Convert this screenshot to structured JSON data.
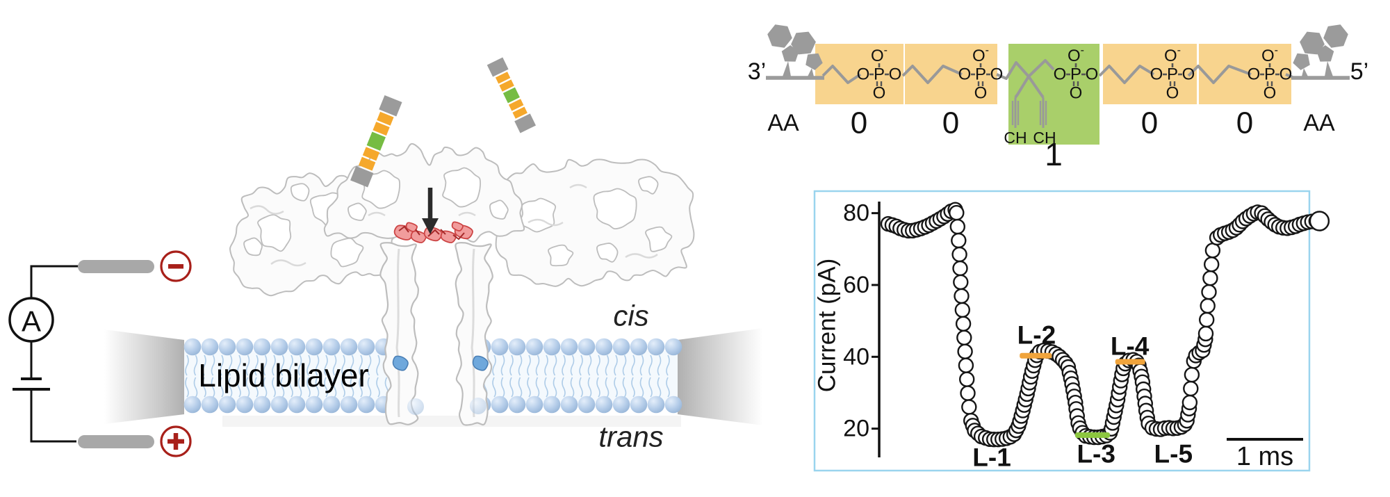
{
  "palette": {
    "orange": "#F5A82C",
    "green": "#76BC43",
    "gray": "#9B9B9B",
    "dark_red": "#A8201A",
    "box_orange": "#F8D48E",
    "box_green": "#A9CF6A",
    "chart_border": "#9AD4EE",
    "bar_orange": "#F0A43C",
    "bar_green": "#8CC63F",
    "lipid_blue": "#b5cde9"
  },
  "circuit": {
    "ammeter_label": "A",
    "minus_sign": "−",
    "plus_sign": "+",
    "lipid_bilayer_label": "Lipid bilayer",
    "cis_label": "cis",
    "trans_label": "trans"
  },
  "dna_probe": {
    "segments": [
      "gray",
      "orange",
      "orange",
      "green",
      "orange",
      "orange",
      "gray"
    ]
  },
  "chemistry": {
    "three_prime": "3’",
    "five_prime": "5’",
    "aa_label": "AA",
    "ch_label": "CH",
    "o": "O",
    "p": "P",
    "minus_sup": "-",
    "unit_labels": [
      "0",
      "0",
      "1",
      "0",
      "0"
    ]
  },
  "chart_data": {
    "type": "scatter",
    "ylabel": "Current (pA)",
    "yticks": [
      20,
      40,
      60,
      80
    ],
    "ylim": [
      12,
      85
    ],
    "scalebar": {
      "label": "1 ms",
      "ms": 1
    },
    "levels": [
      {
        "name": "L-1",
        "t": 1.355,
        "pA": 12.0
      },
      {
        "name": "L-2",
        "t": 1.94,
        "pA": 46.1
      },
      {
        "name": "L-3",
        "t": 2.72,
        "pA": 13.0
      },
      {
        "name": "L-4",
        "t": 3.16,
        "pA": 43.0
      },
      {
        "name": "L-5",
        "t": 3.73,
        "pA": 13.0
      }
    ],
    "bars": [
      {
        "level": "L-2",
        "color": "orange",
        "t1": 1.72,
        "t2": 2.14,
        "pA": 40.3
      },
      {
        "level": "L-3",
        "color": "green",
        "t1": 2.445,
        "t2": 2.9,
        "pA": 18.2
      },
      {
        "level": "L-4",
        "color": "orange",
        "t1": 2.97,
        "t2": 3.36,
        "pA": 38.6
      }
    ],
    "points": [
      [
        0,
        77
      ],
      [
        0.09,
        76.5
      ],
      [
        0.18,
        75.5
      ],
      [
        0.29,
        75
      ],
      [
        0.4,
        75.5
      ],
      [
        0.52,
        76.5
      ],
      [
        0.65,
        78
      ],
      [
        0.76,
        79.5
      ],
      [
        0.84,
        80.8
      ],
      [
        0.89,
        81
      ],
      [
        0.93,
        70
      ],
      [
        0.95,
        60
      ],
      [
        0.98,
        50
      ],
      [
        1.01,
        40
      ],
      [
        1.04,
        30
      ],
      [
        1.07,
        23
      ],
      [
        1.13,
        19.5
      ],
      [
        1.22,
        17.8
      ],
      [
        1.34,
        17
      ],
      [
        1.47,
        17
      ],
      [
        1.58,
        17.5
      ],
      [
        1.65,
        18.5
      ],
      [
        1.71,
        21
      ],
      [
        1.76,
        25
      ],
      [
        1.82,
        30
      ],
      [
        1.87,
        35
      ],
      [
        1.92,
        39
      ],
      [
        1.96,
        41.3
      ],
      [
        2.04,
        41.8
      ],
      [
        2.13,
        41.5
      ],
      [
        2.22,
        40.5
      ],
      [
        2.29,
        39
      ],
      [
        2.35,
        37.5
      ],
      [
        2.4,
        33
      ],
      [
        2.45,
        27
      ],
      [
        2.48,
        22
      ],
      [
        2.52,
        19.3
      ],
      [
        2.58,
        18
      ],
      [
        2.67,
        17.6
      ],
      [
        2.76,
        17.6
      ],
      [
        2.85,
        18
      ],
      [
        2.91,
        19
      ],
      [
        2.95,
        23
      ],
      [
        3.0,
        28
      ],
      [
        3.04,
        33
      ],
      [
        3.07,
        36.5
      ],
      [
        3.11,
        38.5
      ],
      [
        3.15,
        39
      ],
      [
        3.22,
        39.2
      ],
      [
        3.27,
        38.3
      ],
      [
        3.32,
        34
      ],
      [
        3.35,
        29
      ],
      [
        3.38,
        24
      ],
      [
        3.41,
        21
      ],
      [
        3.47,
        20
      ],
      [
        3.56,
        19.8
      ],
      [
        3.65,
        20.3
      ],
      [
        3.75,
        20
      ],
      [
        3.84,
        20.5
      ],
      [
        3.9,
        21.5
      ],
      [
        3.94,
        26
      ],
      [
        3.96,
        32
      ],
      [
        3.98,
        37
      ],
      [
        4.01,
        40
      ],
      [
        4.05,
        41
      ],
      [
        4.11,
        41.5
      ],
      [
        4.15,
        45
      ],
      [
        4.17,
        52
      ],
      [
        4.2,
        59
      ],
      [
        4.23,
        66
      ],
      [
        4.25,
        71
      ],
      [
        4.29,
        73
      ],
      [
        4.35,
        74
      ],
      [
        4.42,
        74.5
      ],
      [
        4.49,
        75
      ],
      [
        4.56,
        76
      ],
      [
        4.65,
        78
      ],
      [
        4.75,
        79.5
      ],
      [
        4.82,
        80.3
      ],
      [
        4.89,
        80
      ],
      [
        4.96,
        78.5
      ],
      [
        5.04,
        77
      ],
      [
        5.13,
        76
      ],
      [
        5.22,
        75.8
      ],
      [
        5.31,
        76.2
      ],
      [
        5.4,
        77
      ],
      [
        5.49,
        77.5
      ],
      [
        5.58,
        77.8
      ],
      [
        5.64,
        77.8
      ]
    ]
  }
}
